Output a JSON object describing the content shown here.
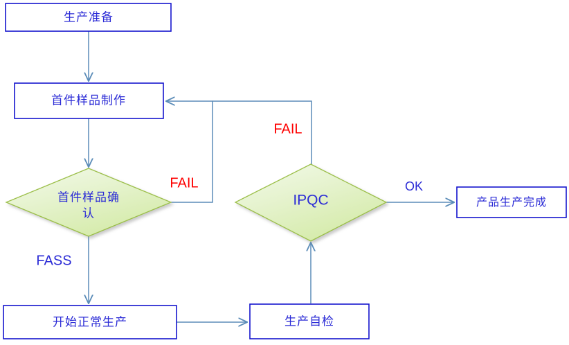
{
  "diagram": {
    "type": "flowchart",
    "title": "",
    "colors": {
      "process_border": "#1414cd",
      "process_fill": "#ffffff",
      "decision_border": "#9cbf4a",
      "decision_fill_light": "#f0f8e0",
      "decision_fill_dark": "#d9edb4",
      "connector": "#5b8cb8",
      "text_blue": "#2b2bd6",
      "label_fail": "#fe0000",
      "label_pass": "#2b2bd6",
      "background": "#ffffff"
    },
    "nodes": [
      {
        "id": "prep",
        "shape": "process",
        "label": "生产准备"
      },
      {
        "id": "firstmake",
        "shape": "process",
        "label": "首件样品制作"
      },
      {
        "id": "firstconf",
        "shape": "decision",
        "label_line1": "首件样品确",
        "label_line2": "认"
      },
      {
        "id": "ipqc",
        "shape": "decision",
        "label": "IPQC"
      },
      {
        "id": "massprod",
        "shape": "process",
        "label": "开始正常生产"
      },
      {
        "id": "selfcheck",
        "shape": "process",
        "label": "生产自检"
      },
      {
        "id": "done",
        "shape": "process",
        "label": "产品生产完成"
      }
    ],
    "edge_labels": {
      "first_confirm_fail": "FAIL",
      "ipqc_fail": "FAIL",
      "first_confirm_pass": "FASS",
      "ipqc_ok": "OK"
    }
  }
}
